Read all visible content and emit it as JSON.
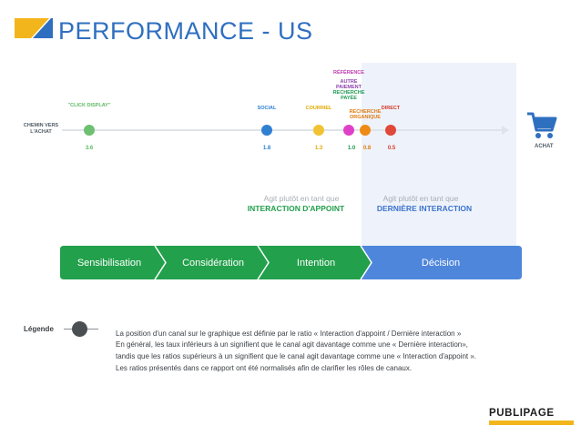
{
  "title": "PERFORMANCE - US",
  "path": {
    "label_line1": "CHEMIN VERS",
    "label_line2": "L'ACHAT",
    "end_label": "ACHAT"
  },
  "channels": [
    {
      "lines": [
        "\"CLICK DISPLAY\""
      ],
      "value": "3.6",
      "color": "#6cc070",
      "label_color": "#5dbb63"
    },
    {
      "lines": [
        "SOCIAL"
      ],
      "value": "1.8",
      "color": "#2f80d1",
      "label_color": "#2f80d1"
    },
    {
      "lines": [
        "COURRIEL"
      ],
      "value": "1.3",
      "color": "#f1c232",
      "label_color": "#e0a800"
    },
    {
      "lines": [
        "RÉFÉRENCE",
        "AUTRE",
        "PAIEMENT",
        "RECHERCHE",
        "PAYÉE"
      ],
      "value": "1.0",
      "color": "#e040c8",
      "label_color": "#c03ab0"
    },
    {
      "lines": [
        "RECHERCHE",
        "ORGANIQUE"
      ],
      "value": "0.8",
      "color": "#ef8a17",
      "label_color": "#e07b10"
    },
    {
      "lines": [
        "DIRECT"
      ],
      "value": "0.5",
      "color": "#e0493a",
      "label_color": "#d9372a"
    }
  ],
  "notes": {
    "assist_line1": "Agit plutôt en tant que",
    "assist_line2": "INTERACTION D'APPOINT",
    "last_line1": "Agit plutôt en tant que",
    "last_line2": "DERNIÈRE INTERACTION"
  },
  "stages": [
    "Sensibilisation",
    "Considération",
    "Intention",
    "Décision"
  ],
  "colors": {
    "green": "#22a04b",
    "blue": "#4e86dc",
    "assist_text": "#22a04b",
    "last_text": "#3b73cc"
  },
  "legend": {
    "title": "Légende",
    "lines": [
      "La position d'un canal sur le graphique est définie par  le ratio  « Interaction d'appoint / Dernière interaction »",
      "En général, les taux inférieurs à un signifient que le canal agit davantage comme une « Dernière interaction»,",
      "tandis que les ratios supérieurs à un signifient que le canal agit davantage comme une « Interaction d'appoint ».",
      "Les ratios présentés dans ce rapport ont été normalisés  afin de clarifier les rôles de canaux."
    ]
  },
  "logo": "PUBLIPAGE"
}
